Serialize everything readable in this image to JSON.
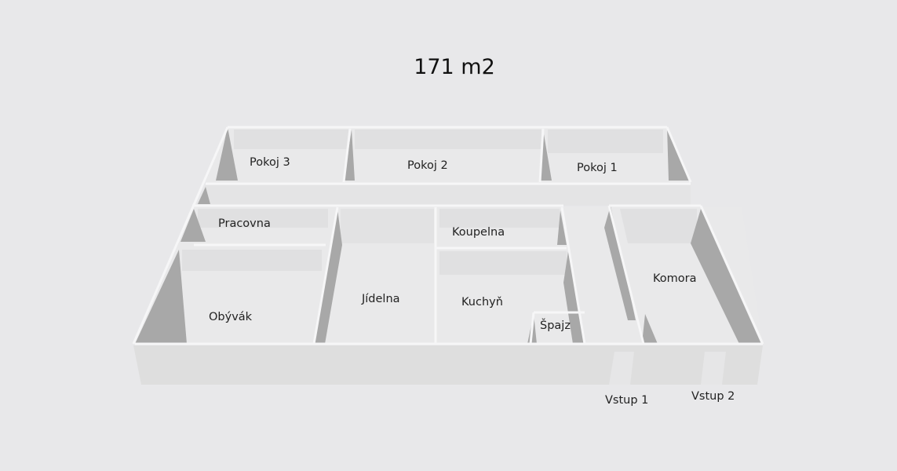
{
  "title": "171 m2",
  "colors": {
    "background": "#e8e8ea",
    "floor": "#e9e9ea",
    "wall_top": "#f4f4f5",
    "wall_face": "#dedede",
    "wall_shadow": "#aaaaaa",
    "text": "#222222"
  },
  "rooms": [
    {
      "id": "pokoj-3",
      "label": "Pokoj 3"
    },
    {
      "id": "pokoj-2",
      "label": "Pokoj 2"
    },
    {
      "id": "pokoj-1",
      "label": "Pokoj 1"
    },
    {
      "id": "pracovna",
      "label": "Pracovna"
    },
    {
      "id": "koupelna",
      "label": "Koupelna"
    },
    {
      "id": "komora",
      "label": "Komora"
    },
    {
      "id": "jidelna",
      "label": "Jídelna"
    },
    {
      "id": "kuchyn",
      "label": "Kuchyň"
    },
    {
      "id": "obyvak",
      "label": "Obývák"
    },
    {
      "id": "spajz",
      "label": "Špajz"
    }
  ],
  "entrances": [
    {
      "id": "vstup-1",
      "label": "Vstup 1"
    },
    {
      "id": "vstup-2",
      "label": "Vstup 2"
    }
  ]
}
